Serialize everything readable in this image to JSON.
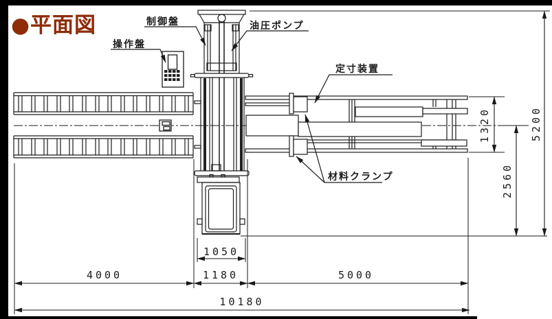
{
  "title": "●平面図",
  "labels": {
    "operation_panel": "操作盤",
    "control_panel": "制御盤",
    "hydraulic_pump": "油圧ポンプ",
    "sizing_device": "定寸装置",
    "material_clamp": "材料クランプ"
  },
  "dimensions": {
    "infeed_length": "4000",
    "machine_width": "1180",
    "press_opening": "1050",
    "outfeed_length": "5000",
    "total_length": "10180",
    "outfeed_rail_width": "1320",
    "front_depth": "2560",
    "total_depth": "5200"
  },
  "colors": {
    "title_text": "#8f2b06",
    "drawing_line": "#1a1a1a",
    "background": "#ffffff",
    "frame": "#000000"
  }
}
